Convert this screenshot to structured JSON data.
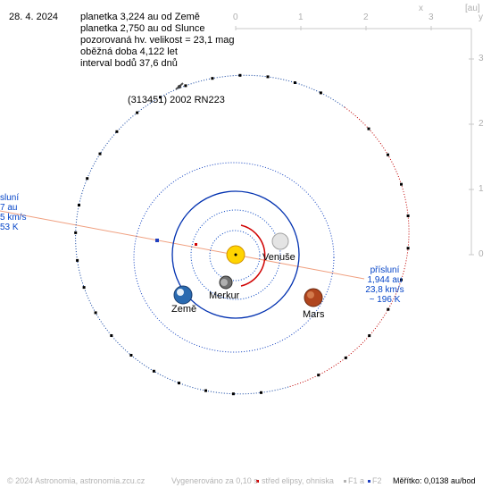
{
  "date": "28. 4. 2024",
  "info_lines": [
    "planetka 3,224 au od Země",
    "planetka 2,750 au od Slunce",
    "pozorovaná hv. velikost = 23,1 mag",
    "oběžná doba 4,122 let",
    "interval bodů 37,6 dnů"
  ],
  "object_name": "(313451) 2002 RN223",
  "perihelion": {
    "label": "přísluní",
    "distance": "1,944 au",
    "speed": "23,8 km/s",
    "temp": "~ 196 K"
  },
  "aphelion_partial": {
    "label": "sluní",
    "distance": "7 au",
    "speed": "5 km/s",
    "temp": "53 K"
  },
  "planets": {
    "venus": "Venuše",
    "mercury": "Merkur",
    "earth": "Země",
    "mars": "Mars"
  },
  "axes": {
    "unit": "[au]",
    "x_ticks": [
      "0",
      "1",
      "2",
      "3"
    ],
    "x_label": "x",
    "y_ticks": [
      "3",
      "2",
      "1",
      "0"
    ],
    "y_label": "y"
  },
  "footer": {
    "copyright": "© 2024 Astronomia, astronomia.zcu.cz",
    "generated": "Vygenerováno za 0,10 s",
    "legend_center": "střed elipsy, ohniska",
    "legend_f1": "F1 a",
    "legend_f2": "F2",
    "scale": "Měřítko: 0,0138 au/bod"
  },
  "colors": {
    "asteroid_orbit_near": "#c00000",
    "asteroid_orbit_far": "#0b3f9e",
    "earth_orbit": "#0040c0",
    "mars_orbit": "#c01010",
    "sun": "#ffd400",
    "apsides_line": "#f0a080"
  }
}
